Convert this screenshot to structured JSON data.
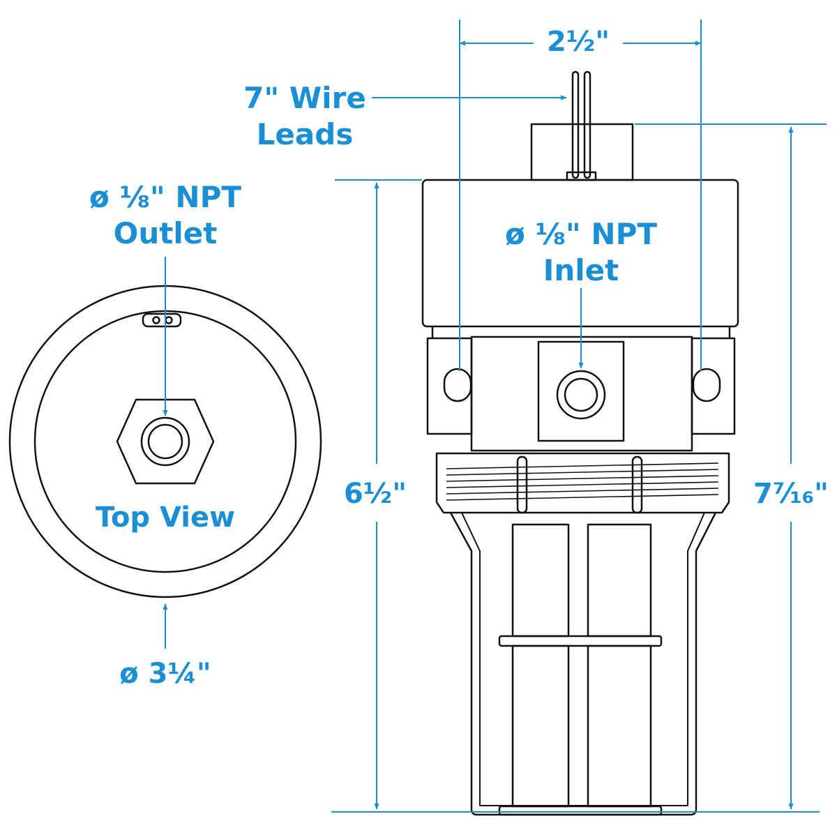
{
  "accent_color": "#1a8fd6",
  "line_color": "#111111",
  "top_view": {
    "outlet_label_line1": "ø ⅛\" NPT",
    "outlet_label_line2": "Outlet",
    "title": "Top View",
    "diameter_label": "ø 3¼\""
  },
  "side_view": {
    "width_label": "2½\"",
    "wire_label_line1": "7\" Wire",
    "wire_label_line2": "Leads",
    "inlet_label_line1": "ø ⅛\" NPT",
    "inlet_label_line2": "Inlet",
    "body_height_label": "6½\"",
    "total_height_label": "7⁷⁄₁₆\""
  }
}
